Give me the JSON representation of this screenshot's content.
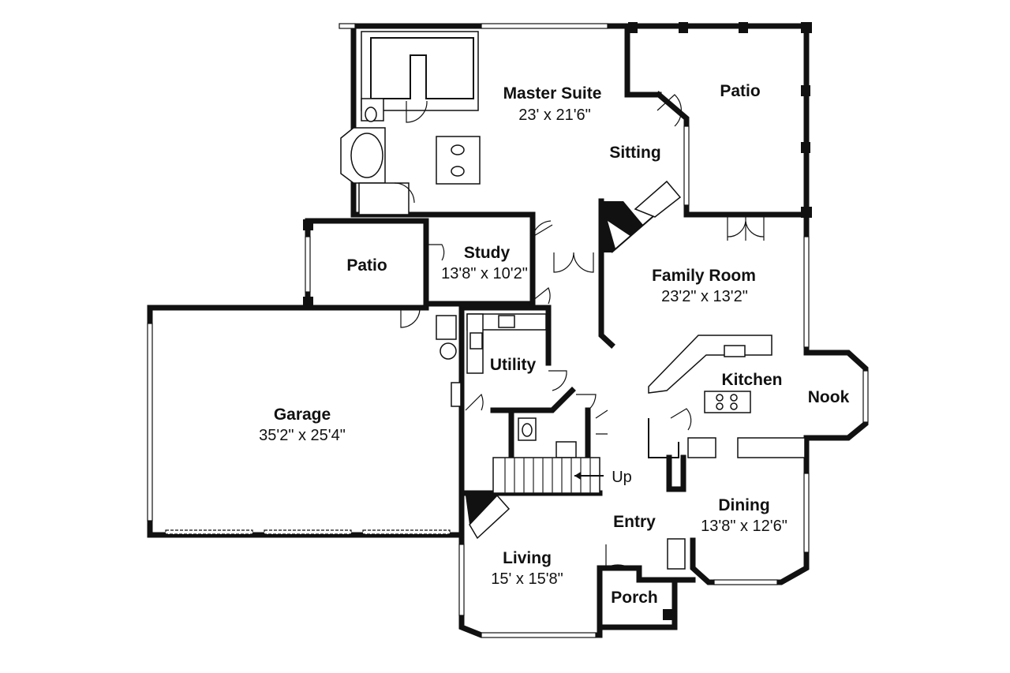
{
  "rooms": {
    "master_suite": {
      "name": "Master Suite",
      "dims": "23' x 21'6\""
    },
    "patio_top": {
      "name": "Patio"
    },
    "sitting": {
      "name": "Sitting"
    },
    "study": {
      "name": "Study",
      "dims": "13'8\" x 10'2\""
    },
    "patio_left": {
      "name": "Patio"
    },
    "family_room": {
      "name": "Family Room",
      "dims": "23'2\" x 13'2\""
    },
    "utility": {
      "name": "Utility"
    },
    "kitchen": {
      "name": "Kitchen"
    },
    "nook": {
      "name": "Nook"
    },
    "garage": {
      "name": "Garage",
      "dims": "35'2\" x 25'4\""
    },
    "stairs": {
      "name": "Up"
    },
    "dining": {
      "name": "Dining",
      "dims": "13'8\" x 12'6\""
    },
    "entry": {
      "name": "Entry"
    },
    "living": {
      "name": "Living",
      "dims": "15' x 15'8\""
    },
    "porch": {
      "name": "Porch"
    }
  }
}
